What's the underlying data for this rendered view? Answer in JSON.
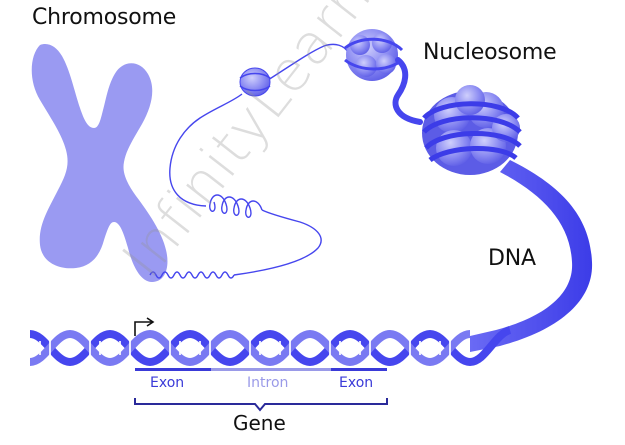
{
  "labels": {
    "chromosome": "Chromosome",
    "nucleosome": "Nucleosome",
    "dna": "DNA",
    "gene": "Gene"
  },
  "gene_segments": [
    {
      "label": "Exon",
      "color": "#3a3ad8"
    },
    {
      "label": "Intron",
      "color": "#9a9ae8"
    },
    {
      "label": "Exon",
      "color": "#3a3ad8"
    }
  ],
  "watermark": "InfinityLearn.com",
  "colors": {
    "chromosome": "#9a9af2",
    "dna": "#4646ee",
    "dna_light": "#8c8cf6",
    "nucleosome": "#7474ee",
    "bracket": "#2a2a9a"
  }
}
